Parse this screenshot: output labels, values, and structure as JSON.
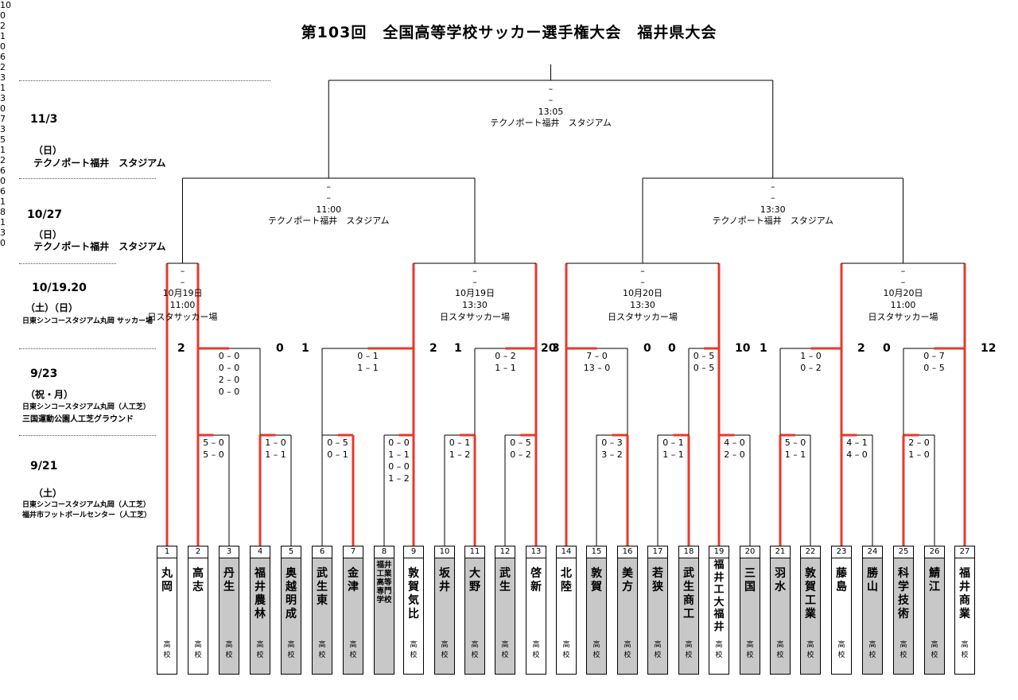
{
  "title": "第103回　全国高等学校サッカー選手権大会　福井県大会",
  "round_labels": {
    "final": {
      "date": "11/3",
      "day": "（日）",
      "venue": "テクノポート福井　スタジアム"
    },
    "semi": {
      "date": "10/27",
      "day": "（日）",
      "venue": "テクノポート福井　スタジアム"
    },
    "qf": {
      "date": "10/19.20",
      "day": "（土）（日）",
      "venue": "日東シンコースタジアム丸岡 サッカー場"
    },
    "r16": {
      "date": "9/23",
      "day": "（祝・月）",
      "venue1": "日東シンコースタジアム丸岡（人工芝）",
      "venue2": "三国運動公園人工芝グラウンド"
    },
    "r1": {
      "date": "9/21",
      "day": "（土）",
      "venue1": "日東シンコースタジアム丸岡（人工芝）",
      "venue2": "福井市フットボールセンター（人工芝）"
    }
  },
  "matches": {
    "final": {
      "dash1": "–",
      "dash2": "–",
      "time": "13:05",
      "venue": "テクノポート福井　スタジアム"
    },
    "sf1": {
      "dash1": "–",
      "dash2": "–",
      "time": "11:00",
      "venue": "テクノポート福井　スタジアム"
    },
    "sf2": {
      "dash1": "–",
      "dash2": "–",
      "time": "13:30",
      "venue": "テクノポート福井　スタジアム"
    },
    "qf1": {
      "dash1": "–",
      "dash2": "–",
      "date": "10月19日",
      "time": "11:00",
      "venue": "日スタサッカー場"
    },
    "qf2": {
      "dash1": "–",
      "dash2": "–",
      "date": "10月19日",
      "time": "13:30",
      "venue": "日スタサッカー場"
    },
    "qf3": {
      "dash1": "–",
      "dash2": "–",
      "date": "10月20日",
      "time": "13:30",
      "venue": "日スタサッカー場"
    },
    "qf4": {
      "dash1": "–",
      "dash2": "–",
      "date": "10月20日",
      "time": "11:00",
      "venue": "日スタサッカー場"
    }
  },
  "r16_scores": [
    {
      "left": "2",
      "right": "0",
      "lines": [
        "0 – 0",
        "0 – 0",
        "2 – 0",
        "0 – 0"
      ]
    },
    {
      "left": "1",
      "right": "2",
      "lines": [
        "0 – 1",
        "1 – 1"
      ]
    },
    {
      "left": "1",
      "right": "3",
      "lines": [
        "0 – 2",
        "1 – 1"
      ]
    },
    {
      "left": "20",
      "right": "0",
      "lines": [
        "7 – 0",
        "13 – 0"
      ]
    },
    {
      "left": "0",
      "right": "10",
      "lines": [
        "0 – 5",
        "0 – 5"
      ]
    },
    {
      "left": "1",
      "right": "2",
      "lines": [
        "1 – 0",
        "0 – 2"
      ]
    },
    {
      "left": "0",
      "right": "12",
      "lines": [
        "0 – 7",
        "0 – 5"
      ]
    }
  ],
  "r1_scores": [
    {
      "left": "10",
      "right": "0",
      "lines": [
        "5 – 0",
        "5 – 0"
      ]
    },
    {
      "left": "2",
      "right": "1",
      "lines": [
        "1 – 0",
        "1 – 1"
      ]
    },
    {
      "left": "0",
      "right": "6",
      "lines": [
        "0 – 5",
        "0 – 1"
      ]
    },
    {
      "left": "2",
      "right": "3",
      "lines": [
        "0 – 0",
        "1 – 1",
        "0 – 0",
        "1 – 2"
      ]
    },
    {
      "left": "1",
      "right": "3",
      "lines": [
        "0 – 1",
        "1 – 2"
      ]
    },
    {
      "left": "0",
      "right": "7",
      "lines": [
        "0 – 5",
        "0 – 2"
      ]
    },
    {
      "left": "3",
      "right": "5",
      "lines": [
        "0 – 3",
        "3 – 2"
      ]
    },
    {
      "left": "1",
      "right": "2",
      "lines": [
        "0 – 1",
        "1 – 1"
      ]
    },
    {
      "left": "6",
      "right": "0",
      "lines": [
        "4 – 0",
        "2 – 0"
      ]
    },
    {
      "left": "6",
      "right": "1",
      "lines": [
        "5 – 0",
        "1 – 1"
      ]
    },
    {
      "left": "8",
      "right": "1",
      "lines": [
        "4 – 1",
        "4 – 0"
      ]
    },
    {
      "left": "3",
      "right": "0",
      "lines": [
        "2 – 0",
        "1 – 0"
      ]
    }
  ],
  "teams": [
    {
      "no": "1",
      "name": "丸岡",
      "suffix": "高校",
      "shade": false
    },
    {
      "no": "2",
      "name": "高志",
      "suffix": "高校",
      "shade": false
    },
    {
      "no": "3",
      "name": "丹生",
      "suffix": "高校",
      "shade": true
    },
    {
      "no": "4",
      "name": "福井農林",
      "suffix": "高校",
      "shade": true
    },
    {
      "no": "5",
      "name": "奥越明成",
      "suffix": "高校",
      "shade": true
    },
    {
      "no": "6",
      "name": "武生東",
      "suffix": "高校",
      "shade": true
    },
    {
      "no": "7",
      "name": "金津",
      "suffix": "高校",
      "shade": true
    },
    {
      "no": "8",
      "name": "福井工業高等専門学校",
      "suffix": "",
      "shade": true
    },
    {
      "no": "9",
      "name": "敦賀気比",
      "suffix": "高校",
      "shade": false
    },
    {
      "no": "10",
      "name": "坂井",
      "suffix": "高校",
      "shade": true
    },
    {
      "no": "11",
      "name": "大野",
      "suffix": "高校",
      "shade": true
    },
    {
      "no": "12",
      "name": "武生",
      "suffix": "高校",
      "shade": true
    },
    {
      "no": "13",
      "name": "啓新",
      "suffix": "高校",
      "shade": false
    },
    {
      "no": "14",
      "name": "北陸",
      "suffix": "高校",
      "shade": false
    },
    {
      "no": "15",
      "name": "敦賀",
      "suffix": "高校",
      "shade": true
    },
    {
      "no": "16",
      "name": "美方",
      "suffix": "高校",
      "shade": true
    },
    {
      "no": "17",
      "name": "若狭",
      "suffix": "高校",
      "shade": true
    },
    {
      "no": "18",
      "name": "武生商工",
      "suffix": "高校",
      "shade": true
    },
    {
      "no": "19",
      "name": "福井工大福井",
      "suffix": "高校",
      "shade": false
    },
    {
      "no": "20",
      "name": "三国",
      "suffix": "高校",
      "shade": true
    },
    {
      "no": "21",
      "name": "羽水",
      "suffix": "高校",
      "shade": true
    },
    {
      "no": "22",
      "name": "敦賀工業",
      "suffix": "高校",
      "shade": true
    },
    {
      "no": "23",
      "name": "藤島",
      "suffix": "高校",
      "shade": false
    },
    {
      "no": "24",
      "name": "勝山",
      "suffix": "高校",
      "shade": true
    },
    {
      "no": "25",
      "name": "科学技術",
      "suffix": "高校",
      "shade": true
    },
    {
      "no": "26",
      "name": "鯖江",
      "suffix": "高校",
      "shade": true
    },
    {
      "no": "27",
      "name": "福井商業",
      "suffix": "高校",
      "shade": false
    }
  ],
  "colors": {
    "winner_line": "#e8392b",
    "line": "#000000",
    "shade": "#c8c8c8"
  }
}
